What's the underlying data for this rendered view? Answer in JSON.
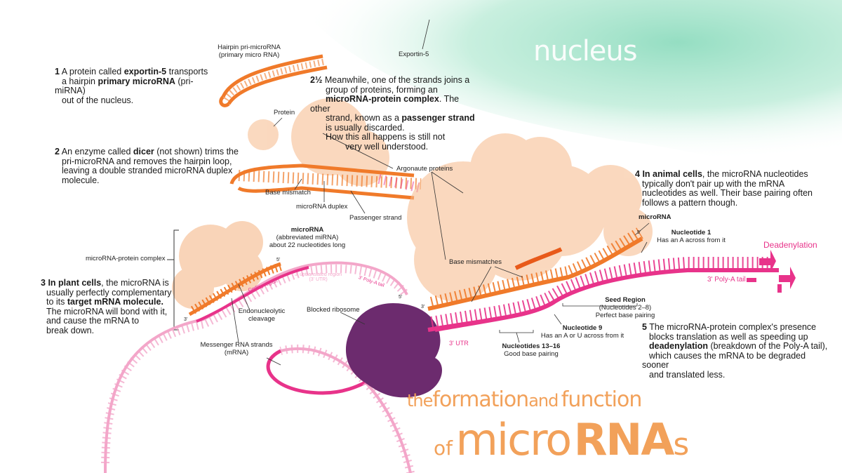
{
  "header": {
    "nucleus": "nucleus",
    "exportin": "Exportin-5"
  },
  "hairpin": {
    "line1": "Hairpin pri-microRNA",
    "line2": "(primary micro RNA)"
  },
  "protein_label": "Protein",
  "argonaute_label": "Argonaute proteins",
  "step1": {
    "num": "1",
    "t1": "A protein called ",
    "b1": "exportin-5",
    "t2": " transports",
    "t3": "a hairpin ",
    "b2": "primary microRNA",
    "t4": " (pri-miRNA)",
    "t5": "out of the nucleus."
  },
  "step2": {
    "num": "2",
    "t1": "An enzyme called ",
    "b1": "dicer",
    "t2": " (not shown) trims the",
    "t3": "pri-microRNA and removes the hairpin loop,",
    "t4": "leaving a double stranded microRNA duplex",
    "t5": "molecule."
  },
  "step2b": {
    "num": "2½",
    "t1": "Meanwhile, one of the strands joins a",
    "t2": "group of proteins, forming an",
    "b1": "microRNA-protein complex",
    "t3": ". The other",
    "t4": "strand, known as a ",
    "b2": "passenger strand",
    "t5": "is usually discarded.",
    "t6": "How this all happens is still not",
    "t7": "very well understood."
  },
  "step3": {
    "num": "3",
    "b1": "In plant cells",
    "t1": ", the microRNA is",
    "t2": "usually perfectly complementary",
    "t3": "to its ",
    "b2": "target mRNA molecule.",
    "t4": "The microRNA will bond with it,",
    "t5": "and cause the mRNA to",
    "t6": "break down."
  },
  "step4": {
    "num": "4",
    "b1": "In animal cells",
    "t1": ", the microRNA nucleotides",
    "t2": "typically don't pair up with the mRNA",
    "t3": "nucleotides as well. Their base pairing often",
    "t4": "follows a pattern though."
  },
  "step5": {
    "num": "5",
    "t1": "The microRNA-protein complex's presence",
    "t2": "blocks translation as well as speeding up",
    "b1": "deadenylation",
    "t3": " (breakdown of the Poly-A tail),",
    "t4": "which causes the mRNA to be degraded sooner",
    "t5": "and translated less."
  },
  "labels": {
    "base_mismatch": "Base mismatch",
    "microrna_duplex": "microRNA duplex",
    "passenger_strand": "Passenger strand",
    "complex_label": "microRNA-protein complex",
    "mirna_left": "microRNA",
    "mirna_left_2": "(abbreviated miRNA)",
    "mirna_left_3": "about 22 nucleotides long",
    "endo_1": "Endonucleolytic",
    "endo_2": "cleavage",
    "blocked_ribosome": "Blocked ribosome",
    "messenger_1": "Messenger RNA strands",
    "messenger_2": "(mRNA)",
    "base_mismatches": "Base mismatches",
    "mirna_right": "microRNA",
    "nuc1_title": "Nucleotide 1",
    "nuc1_sub": "Has an A across from it",
    "seed_bold": "Seed Region",
    "seed_rest": " (Nucleotides 2–8)",
    "seed_sub": "Perfect base pairing",
    "nuc9_title": "Nucleotide 9",
    "nuc9_sub": "Has an A or U across from it",
    "nuc1316_title": "Nucleotides 13–16",
    "nuc1316_sub": "Good base pairing",
    "deadenylation": "Deadenylation",
    "polya": "3' Poly-A tail",
    "utr_right": "3' UTR",
    "coding_region": "Coding region",
    "utr_left": "3' untranslated region",
    "utr_left_2": "(3' UTR)",
    "polya_left": "3' Poly-A tail",
    "end5_a": "5'",
    "end3_a": "3'",
    "end5_b": "5'",
    "end3_b": "3'",
    "end5_c": "5'"
  },
  "title": {
    "the": "the",
    "formation": "formation",
    "and": "and",
    "function": "function",
    "of": "of",
    "micro": "micro",
    "rna": "RNA",
    "s": "s"
  },
  "colors": {
    "orange_strand": "#f07a2a",
    "orange_dark": "#e85a1a",
    "pink_strand": "#e8338a",
    "pink_light": "#f3a6c9",
    "protein": "#f6b98a",
    "ribosome": "#6c2b6e",
    "nucleus_green": "#8fdcbf",
    "title_orange": "#f2a15a"
  }
}
